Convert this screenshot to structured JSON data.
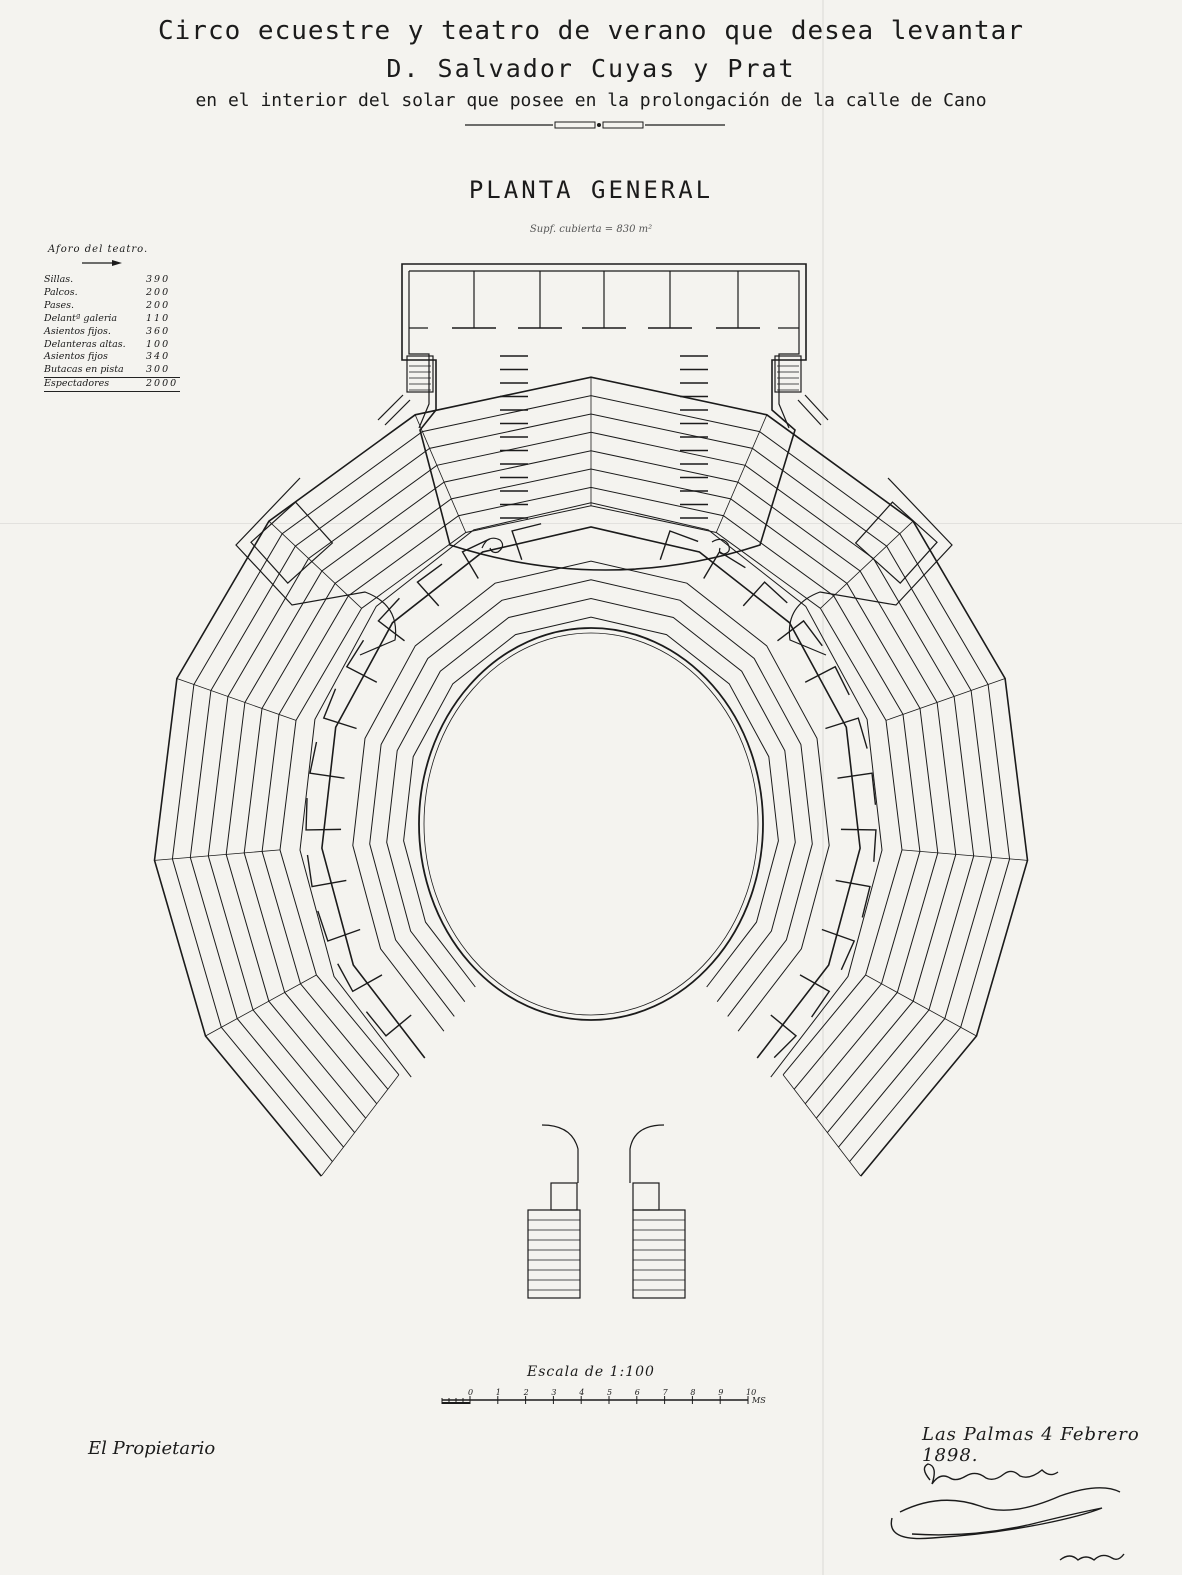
{
  "header": {
    "line1": "Circo ecuestre y teatro de verano que desea levantar",
    "line2": "D. Salvador Cuyas y Prat",
    "line3": "en el interior del solar que posee en la prolongación de la calle de Cano",
    "plan_title": "PLANTA GENERAL",
    "surface_note": "Supf. cubierta = 830 m²"
  },
  "legend": {
    "heading": "Aforo del teatro.",
    "rows": [
      {
        "label": "Sillas.",
        "value": "390"
      },
      {
        "label": "Palcos.",
        "value": "200"
      },
      {
        "label": "Pases.",
        "value": "200"
      },
      {
        "label": "Delantª galeria",
        "value": "110"
      },
      {
        "label": "Asientos fijos.",
        "value": "360"
      },
      {
        "label": "Delanteras altas.",
        "value": "100"
      },
      {
        "label": "Asientos fijos",
        "value": "340"
      },
      {
        "label": "Butacas en pista",
        "value": "300"
      }
    ],
    "total": {
      "label": "Espectadores",
      "value": "2000"
    }
  },
  "scale": {
    "label": "Escala de 1:100",
    "ticks": [
      "0",
      "1",
      "2",
      "3",
      "4",
      "5",
      "6",
      "7",
      "8",
      "9",
      "10"
    ],
    "unit": "MS"
  },
  "footer": {
    "owner": "El Propietario",
    "date": "Las Palmas 4 Febrero 1898."
  },
  "colors": {
    "ink": "#1b1b1b",
    "paper": "#f4f3ef"
  }
}
